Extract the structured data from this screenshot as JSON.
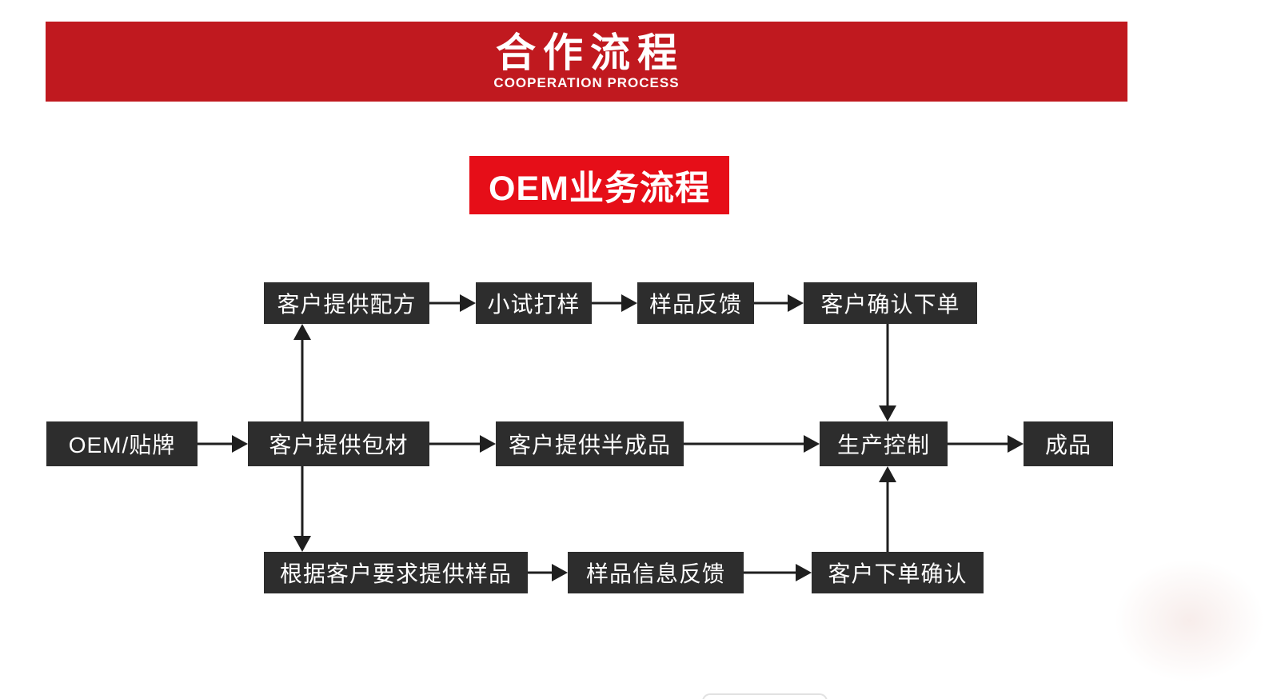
{
  "colors": {
    "banner-red": "#C0191F",
    "badge-red": "#E60E18",
    "box-dark": "#2D2D2D",
    "arrow-black": "#1F1F1F"
  },
  "banner": {
    "title": "合作流程",
    "subtitle": "COOPERATION PROCESS"
  },
  "badge": {
    "label": "OEM业务流程"
  },
  "flow": {
    "row1": [
      "客户提供配方",
      "小试打样",
      "样品反馈",
      "客户确认下单"
    ],
    "row2": [
      "OEM/贴牌",
      "客户提供包材",
      "客户提供半成品",
      "生产控制",
      "成品"
    ],
    "row3": [
      "根据客户要求提供样品",
      "样品信息反馈",
      "客户下单确认"
    ]
  }
}
